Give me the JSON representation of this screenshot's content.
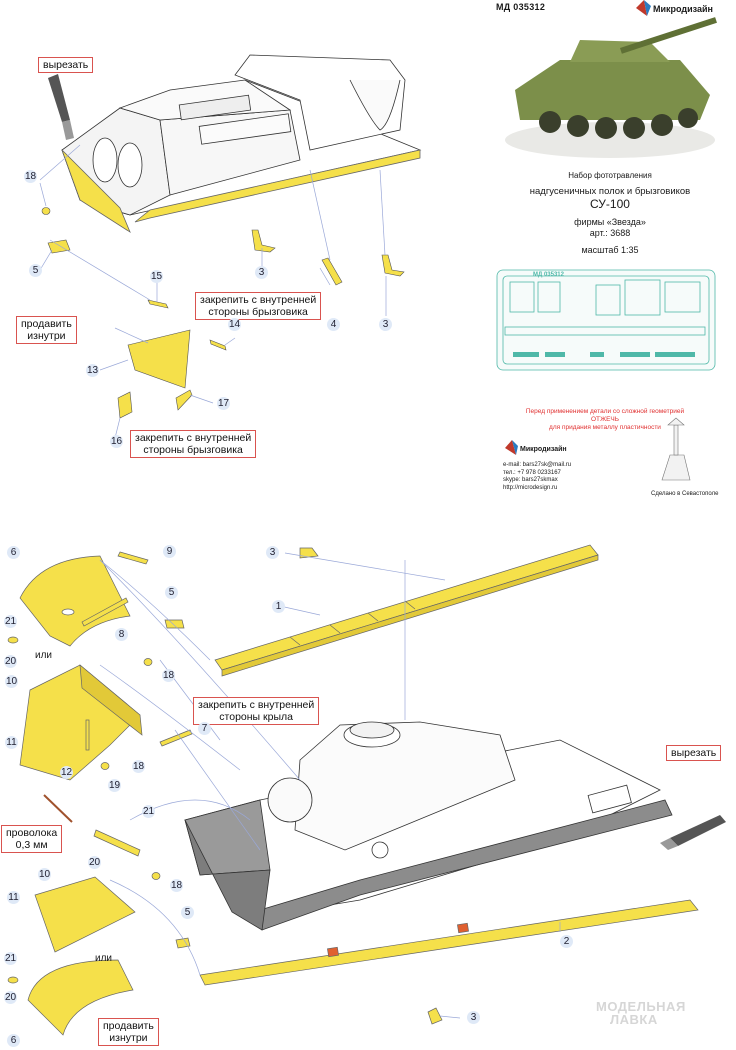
{
  "header": {
    "product_code": "МД 035312",
    "brand": "Микродизайн"
  },
  "info": {
    "line1": "Набор фототравления",
    "line2": "надгусеничных полок и брызговиков",
    "model": "СУ-100",
    "line4": "фирмы «Звезда»",
    "article": "арт.: 3688",
    "scale": "масштаб 1:35",
    "sheet_label": "МД 035312"
  },
  "warning": {
    "line1": "Перед применением детали со сложной геометрией",
    "line2": "ОТЖЕЧЬ",
    "line3": "для придания металлу пластичности"
  },
  "contacts": {
    "brand": "Микродизайн",
    "email": "e-mail: bars27sk@mail.ru",
    "phone": "тел.: +7 978 0233167",
    "skype": "skype: bars27skmax",
    "site": "http://microdesign.ru",
    "made_in": "Сделано в Севастополе"
  },
  "notes": {
    "cut_top": "вырезать",
    "solder_inside_top_1": "продавить",
    "solder_inside_top_2": "изнутри",
    "fix_inner_mudguard_a_1": "закрепить с внутренней",
    "fix_inner_mudguard_a_2": "стороны брызговика",
    "fix_inner_mudguard_b_1": "закрепить с внутренней",
    "fix_inner_mudguard_b_2": "стороны брызговика",
    "fix_inner_wing_1": "закрепить с внутренней",
    "fix_inner_wing_2": "стороны крыла",
    "cut_bottom": "вырезать",
    "wire_1": "проволока",
    "wire_2": "0,3 мм",
    "or_1": "или",
    "or_2": "или",
    "solder_inside_bottom_1": "продавить",
    "solder_inside_bottom_2": "изнутри"
  },
  "part_numbers": {
    "p18a": "18",
    "p5a": "5",
    "p3a": "3",
    "p4": "4",
    "p3b": "3",
    "p15": "15",
    "p14": "14",
    "p13": "13",
    "p16": "16",
    "p17": "17",
    "p6a": "6",
    "p9": "9",
    "p3c": "3",
    "p1": "1",
    "p5b": "5",
    "p8": "8",
    "p21a": "21",
    "p20a": "20",
    "p10a": "10",
    "p18b": "18",
    "p7": "7",
    "p11a": "11",
    "p12": "12",
    "p19": "19",
    "p18c": "18",
    "p21b": "21",
    "p20b": "20",
    "p10b": "10",
    "p11b": "11",
    "p18d": "18",
    "p5c": "5",
    "p2": "2",
    "p21c": "21",
    "p20c": "20",
    "p6b": "6",
    "p3d": "3"
  },
  "watermark": {
    "line1": "МОДЕЛЬНАЯ",
    "line2": "ЛАВКА"
  },
  "colors": {
    "part_yellow": "#f5e04a",
    "note_border": "#d9534f",
    "warning_red": "#e03030",
    "number_bg": "#dfe9f7",
    "line_blue": "#9aa8d8",
    "sheet_green": "#4fb8a8"
  }
}
